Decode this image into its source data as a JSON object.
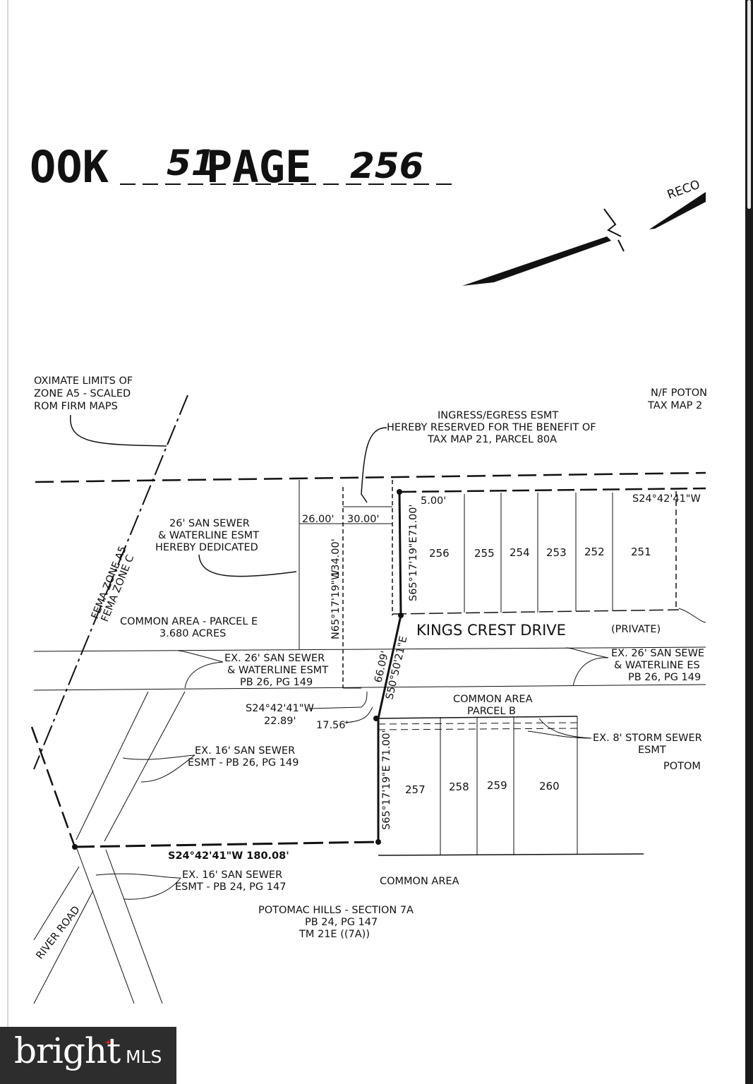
{
  "header": {
    "book_fragment": "OOK",
    "book_number": "51",
    "page_word": "PAGE",
    "page_number": "256"
  },
  "north_arrow": {
    "label": "RECO"
  },
  "labels": {
    "fema_note": [
      "OXIMATE LIMITS OF",
      "ZONE A5 - SCALED",
      "ROM FIRM MAPS"
    ],
    "fema_zone_a5": "FEMA ZONE A5",
    "fema_zone_c": "FEMA ZONE C",
    "neighbor_nf": [
      "N/F POTON",
      "TAX MAP 2"
    ],
    "ingress_egress": [
      "INGRESS/EGRESS ESMT",
      "HEREBY RESERVED FOR THE BENEFIT OF",
      "TAX MAP 21, PARCEL 80A"
    ],
    "san_sewer_dedicated": [
      "26' SAN SEWER",
      "& WATERLINE ESMT",
      "HEREBY DEDICATED"
    ],
    "common_area_e": [
      "COMMON AREA - PARCEL E",
      "3.680 ACRES"
    ],
    "ex_26_left": [
      "EX. 26' SAN SEWER",
      "& WATERLINE ESMT",
      "PB 26, PG 149"
    ],
    "ex_26_right": [
      "EX. 26' SAN SEWE",
      "& WATERLINE ES",
      "PB 26, PG 149"
    ],
    "kings_crest": "KINGS CREST DRIVE",
    "kings_private": "(PRIVATE)",
    "common_area_b": [
      "COMMON AREA",
      "PARCEL B"
    ],
    "storm_sewer": [
      "EX. 8' STORM SEWER",
      "ESMT"
    ],
    "potomac_right": "POTOM",
    "ex_16_upper": [
      "EX. 16' SAN SEWER",
      "ESMT - PB 26, PG 149"
    ],
    "ex_16_lower": [
      "EX. 16' SAN SEWER",
      "ESMT - PB 24, PG 147"
    ],
    "common_area_bottom": "COMMON AREA",
    "potomac_hills": [
      "POTOMAC HILLS - SECTION 7A",
      "PB 24, PG 147",
      "TM 21E ((7A))"
    ],
    "river_road": "RIVER ROAD"
  },
  "dimensions": {
    "d_500": "5.00'",
    "d_2600": "26.00'",
    "d_3000": "30.00'",
    "d_7100_top": "71.00'",
    "d_13400": "134.00'",
    "bearing_top_right": "S24°42'41\"W",
    "bearing_s65_top": "S65°17'19\"E",
    "bearing_n65": "N65°17'19\"W",
    "d_6609": "66.09'",
    "bearing_s50": "S50°50'21\"E",
    "bearing_s24_mid": "S24°42'41\"W",
    "d_2289": "22.89'",
    "d_1756": "17.56'",
    "d_7100_bottom": "71.00'",
    "bearing_s65_bottom": "S65°17'19\"E",
    "bearing_bottom": "S24°42'41\"W 180.08'"
  },
  "lots_north": [
    "256",
    "255",
    "254",
    "253",
    "252",
    "251"
  ],
  "lots_south": [
    "257",
    "258",
    "259",
    "260"
  ],
  "watermark": {
    "brand": "bright",
    "suffix": "MLS"
  },
  "colors": {
    "ink": "#111111",
    "paper": "#ffffff",
    "watermark_bg": "#2d2d2d",
    "watermark_accent": "#e2231a"
  }
}
